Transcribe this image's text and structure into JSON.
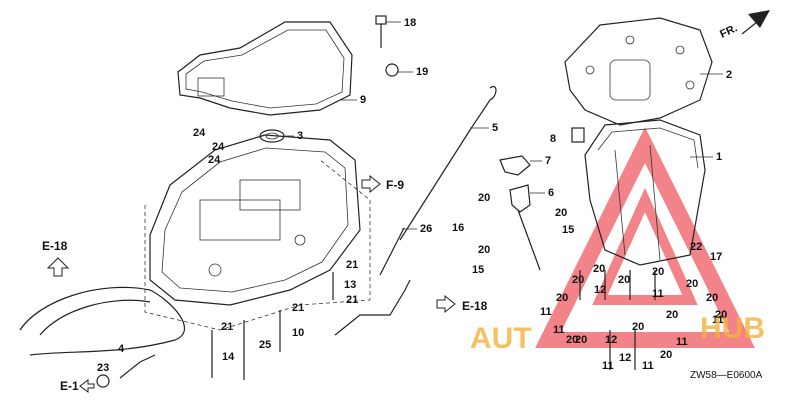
{
  "diagram": {
    "code": "ZW58—E0600A",
    "direction_marker": "FR.",
    "refs": [
      "E-18",
      "F-9",
      "E-18",
      "E-1"
    ],
    "watermark": {
      "left": "AUT",
      "right": "HUB",
      "color": "#f2b33d",
      "logo_color": "#e8202a"
    },
    "callouts": [
      "1",
      "2",
      "3",
      "4",
      "5",
      "6",
      "7",
      "8",
      "9",
      "10",
      "11",
      "12",
      "13",
      "14",
      "15",
      "16",
      "17",
      "18",
      "19",
      "20",
      "21",
      "22",
      "23",
      "24",
      "25",
      "26"
    ],
    "extra_callouts": [
      "24",
      "24",
      "20",
      "20",
      "20",
      "15",
      "20",
      "20",
      "20",
      "20",
      "20",
      "20",
      "20",
      "11",
      "11",
      "11",
      "11",
      "11",
      "11",
      "12",
      "12",
      "20",
      "20",
      "20",
      "21",
      "21",
      "21",
      "20",
      "20"
    ]
  }
}
